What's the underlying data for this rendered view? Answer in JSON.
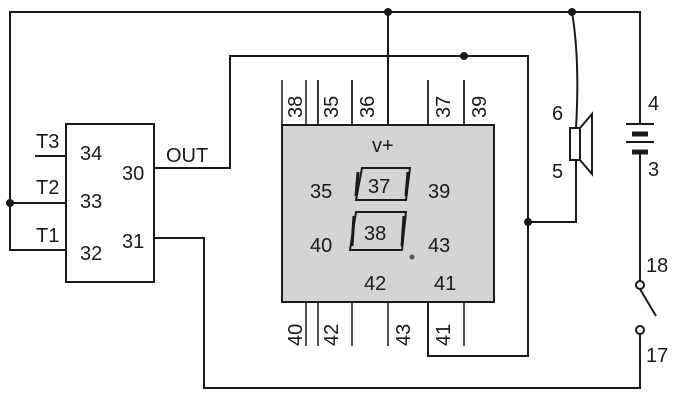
{
  "ic": {
    "pins_left": [
      "T3",
      "T2",
      "T1"
    ],
    "pins_inner_left": [
      "34",
      "33",
      "32"
    ],
    "pins_right": [
      "30",
      "31"
    ],
    "out_label": "OUT"
  },
  "display": {
    "top_pins": [
      "38",
      "35",
      "36",
      "37",
      "39"
    ],
    "bottom_pins": [
      "40",
      "42",
      "43",
      "41"
    ],
    "vplus": "v+",
    "segments": {
      "left_top": "35",
      "center_top": "37",
      "right_top": "39",
      "left_bottom": "40",
      "center_bottom": "38",
      "right_bottom": "43",
      "bottom_center": "42",
      "bottom_right": "41"
    }
  },
  "speaker": {
    "pin_top": "6",
    "pin_bottom": "5"
  },
  "battery": {
    "pin_top": "4",
    "pin_bottom": "3"
  },
  "switch": {
    "pin_top": "18",
    "pin_bottom": "17"
  },
  "colors": {
    "wire": "#1a1a1a",
    "display_fill": "#d4d4d4"
  }
}
